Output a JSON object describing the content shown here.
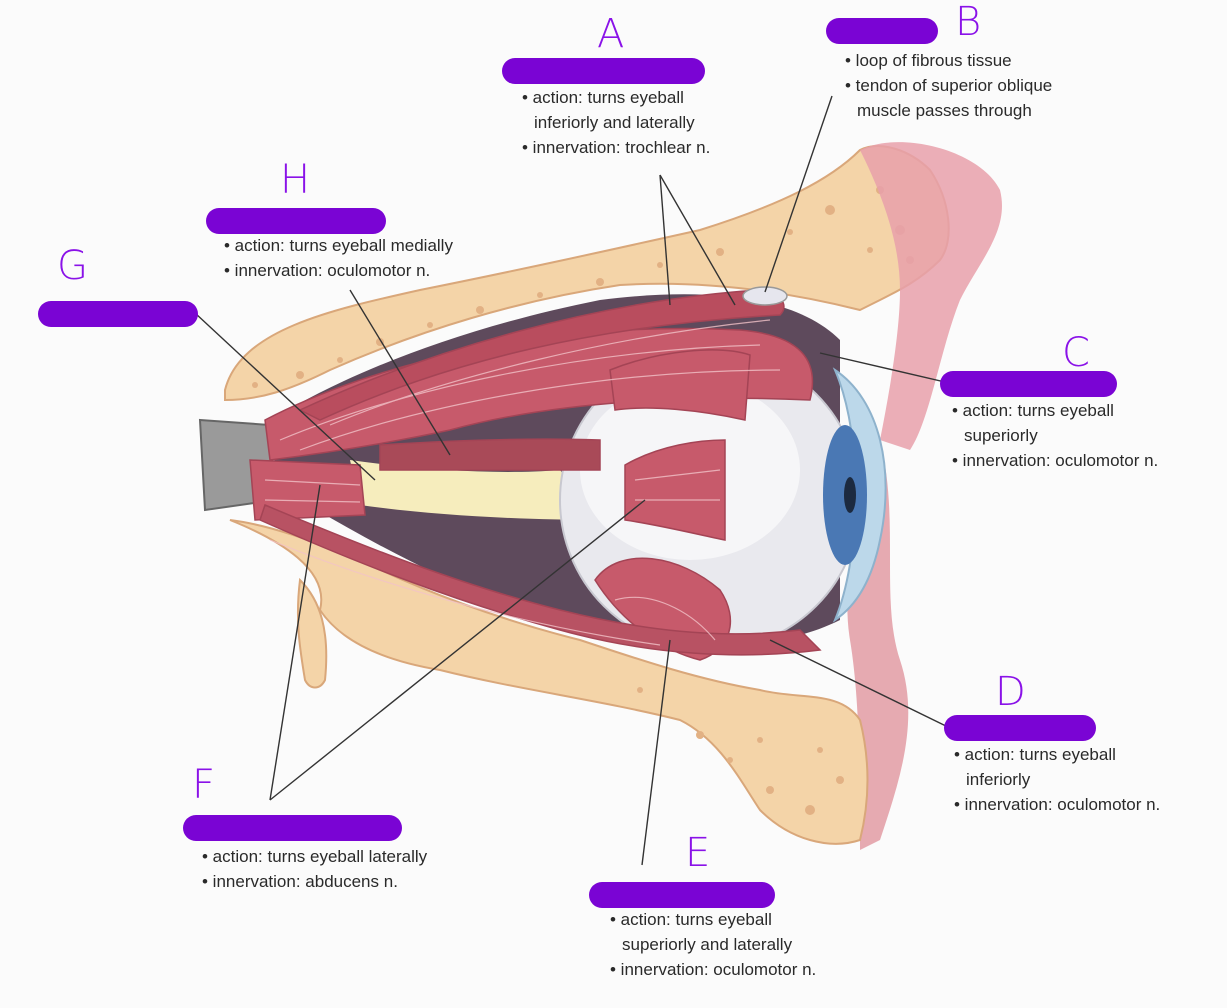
{
  "colors": {
    "bone": "#f4d4a8",
    "bone_dark": "#e4b58a",
    "muscle": "#c75a6b",
    "muscle_light": "#e8a0aa",
    "label_bar": "#7a04d4",
    "handwriting": "#8a12e8",
    "iris": "#4a78b4",
    "nerve": "#f6edbd"
  },
  "labels": {
    "A": {
      "letter": "A",
      "lines": [
        "• action: turns eyeball",
        "inferiorly and laterally",
        "• innervation: trochlear n."
      ]
    },
    "B": {
      "letter": "B",
      "lines": [
        "• loop of fibrous tissue",
        "• tendon of superior oblique",
        "muscle passes through"
      ]
    },
    "C": {
      "letter": "C",
      "lines": [
        "• action: turns eyeball",
        "superiorly",
        "• innervation: oculomotor n."
      ]
    },
    "D": {
      "letter": "D",
      "lines": [
        "• action: turns eyeball",
        "inferiorly",
        "• innervation: oculomotor n."
      ]
    },
    "E": {
      "letter": "E",
      "lines": [
        "• action: turns eyeball",
        "superiorly and laterally",
        "• innervation: oculomotor n."
      ]
    },
    "F": {
      "letter": "F",
      "lines": [
        "• action: turns eyeball laterally",
        "• innervation: abducens n."
      ]
    },
    "G": {
      "letter": "G",
      "lines": []
    },
    "H": {
      "letter": "H",
      "lines": [
        "• action: turns eyeball medially",
        "• innervation: oculomotor n."
      ]
    }
  }
}
